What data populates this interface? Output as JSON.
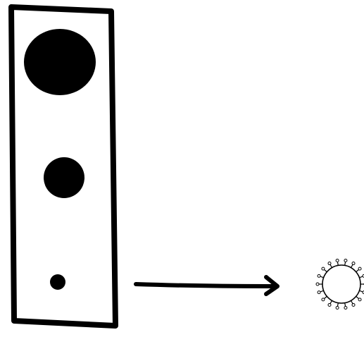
{
  "figure": {
    "strip": {
      "spots": [
        {
          "size": "large"
        },
        {
          "size": "medium"
        },
        {
          "size": "small"
        }
      ]
    },
    "arrow": {
      "direction": "right"
    },
    "particle": {
      "icon": "virus-particle-icon"
    }
  },
  "colors": {
    "ink": "#000000",
    "background": "#ffffff"
  }
}
